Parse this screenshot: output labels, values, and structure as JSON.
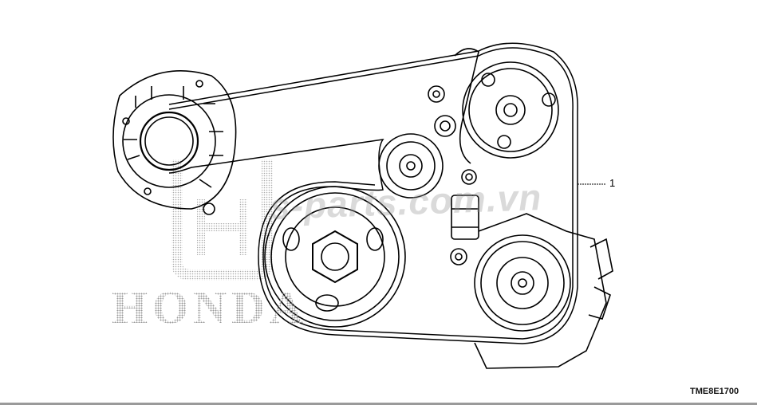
{
  "diagram": {
    "callouts": [
      {
        "label": "1",
        "part": "belt"
      }
    ],
    "figure_code": "TME8E1700",
    "watermark_text": "s-parts.com.vn",
    "logo_text": "HONDA"
  }
}
